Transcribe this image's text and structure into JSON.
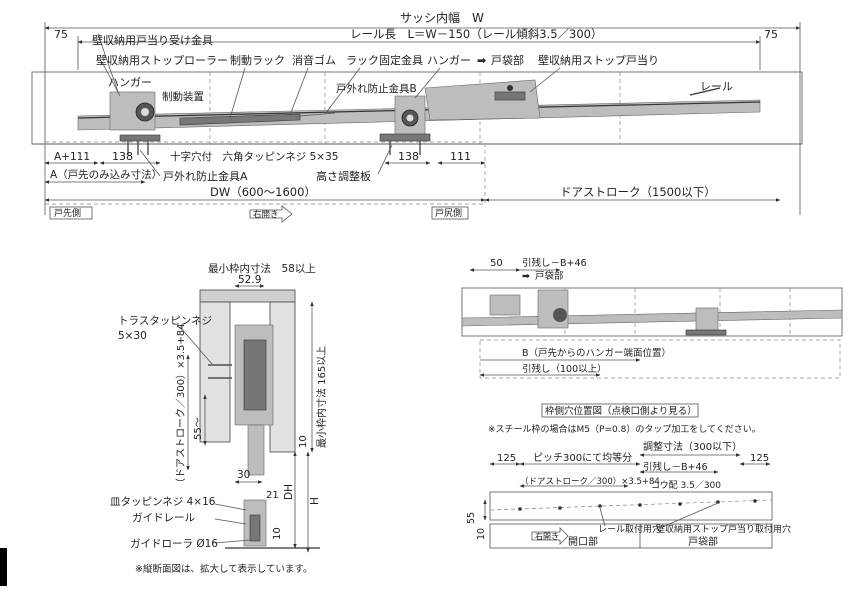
{
  "top_view": {
    "sash_width": "サッシ内幅　W",
    "rail_length": "レール長　L＝W－150（レール傾斜3.5／300）",
    "dim_75_left": "75",
    "dim_75_right": "75",
    "hook_receiver": "壁収納用戸当り受け金具",
    "stopper_roller": "壁収納用ストップローラー",
    "brake_rack": "制動ラック",
    "damper_rubber": "消音ゴム",
    "rack_fixture": "ラック固定金具",
    "hanger_b_label": "ハンガー",
    "pocket_label": "戸袋部",
    "wall_stop": "壁収納用ストップ戸当り",
    "hanger_a_label": "ハンガー",
    "brake_device": "制動装置",
    "anti_derail_b": "戸外れ防止金具B",
    "rail": "レール",
    "a_plus_111": "A+111",
    "dim_138_a": "138",
    "cross_screw": "十字穴付　六角タッピンネジ 5×35",
    "dim_138_b": "138",
    "dim_111": "111",
    "a_note": "A（戸先のみ込み寸法）",
    "anti_derail_a": "戸外れ防止金具A",
    "height_plate": "高さ調整板",
    "dw": "DW（600～1600）",
    "door_stroke": "ドアストローク（1500以下）",
    "door_tip_side": "戸先側",
    "right_open": "右開き",
    "door_tail_side": "戸尻側"
  },
  "section": {
    "min_frame": "最小枠内寸法　58以上",
    "dim_52_9": "52.9",
    "truss_screw": "トラスタッピンネジ",
    "truss_size": "5×30",
    "stroke_formula": "（ドアストローク／300）×3.5+84",
    "dim_55": "55～",
    "min_frame_height": "最小枠内寸法 165以上",
    "dim_10": "10",
    "dim_30": "30",
    "dim_dh": "DH",
    "dim_h": "H",
    "dim_21": "21",
    "dish_screw": "皿タッピンネジ 4×16",
    "guide_rail": "ガイドレール",
    "guide_roller": "ガイドローラ Ø16",
    "dim_10_b": "10",
    "footnote": "※縦断面図は、拡大して表示しています。"
  },
  "detail": {
    "dim_50": "50",
    "pull_b46": "引残し－B+46",
    "pocket": "戸袋部",
    "b_note": "B（戸先からのハンガー端面位置）",
    "pull_100": "引残し（100以上）"
  },
  "hole_view": {
    "title": "枠側穴位置図（点検口側より見る）",
    "steel_note": "※スチール枠の場合はM5（P=0.8）のタップ加工をしてください。",
    "adjust": "調整寸法（300以下）",
    "dim_125_l": "125",
    "pitch": "ピッチ300にて均等分",
    "pull_b46": "引残し－B+46",
    "dim_125_r": "125",
    "formula": "（ドアストローク／300）×3.5+84",
    "slope": "コウ配 3.5／300",
    "dim_55": "55",
    "dim_10": "10",
    "rail_hole": "レール取付用穴",
    "stop_hole": "壁収納用ストップ戸当り取付用穴",
    "right_open": "右開き",
    "opening": "開口部",
    "pocket": "戸袋部"
  }
}
